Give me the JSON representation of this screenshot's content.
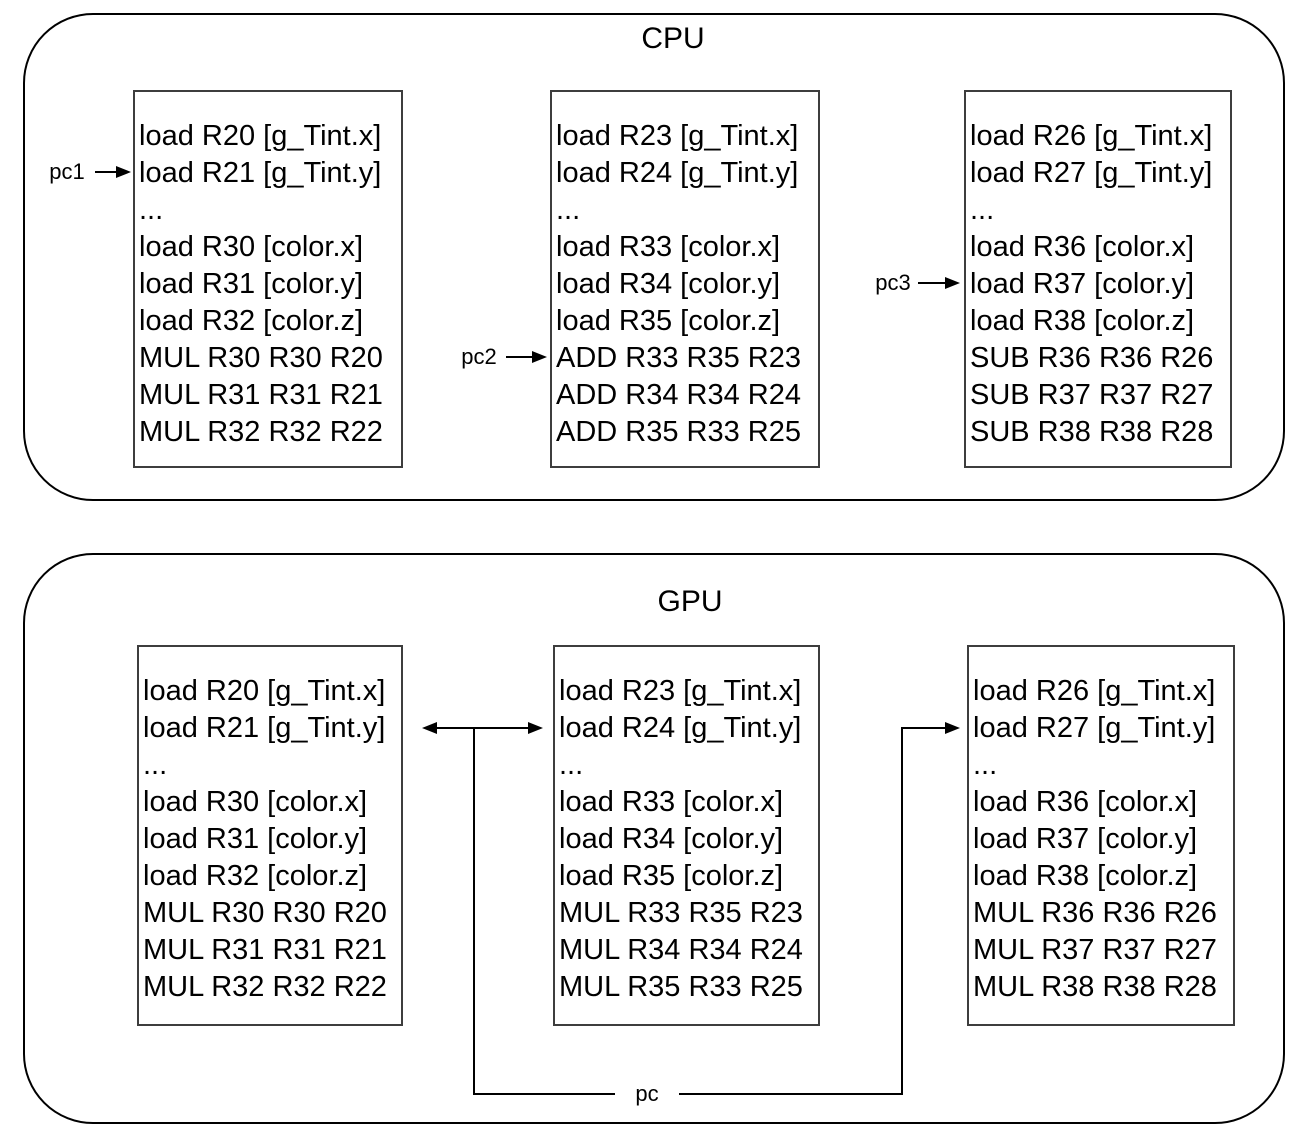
{
  "cpu": {
    "title": "CPU",
    "threads": [
      {
        "pc_label": "pc1",
        "lines": [
          "load R20 [g_Tint.x]",
          "load R21 [g_Tint.y]",
          "...",
          "load R30 [color.x]",
          "load R31 [color.y]",
          "load R32 [color.z]",
          "MUL R30 R30 R20",
          "MUL R31 R31 R21",
          "MUL R32 R32 R22"
        ]
      },
      {
        "pc_label": "pc2",
        "lines": [
          "load R23 [g_Tint.x]",
          "load R24 [g_Tint.y]",
          "...",
          "load R33 [color.x]",
          "load R34 [color.y]",
          "load R35 [color.z]",
          "ADD R33 R35 R23",
          "ADD R34 R34 R24",
          "ADD R35 R33 R25"
        ]
      },
      {
        "pc_label": "pc3",
        "lines": [
          "load R26 [g_Tint.x]",
          "load R27 [g_Tint.y]",
          "...",
          "load R36 [color.x]",
          "load R37 [color.y]",
          "load R38 [color.z]",
          "SUB R36 R36 R26",
          "SUB R37 R37 R27",
          "SUB R38 R38 R28"
        ]
      }
    ]
  },
  "gpu": {
    "title": "GPU",
    "pc_label": "pc",
    "threads": [
      {
        "lines": [
          "load R20 [g_Tint.x]",
          "load R21 [g_Tint.y]",
          "...",
          "load R30 [color.x]",
          "load R31 [color.y]",
          "load R32 [color.z]",
          "MUL R30 R30 R20",
          "MUL R31 R31 R21",
          "MUL R32 R32 R22"
        ]
      },
      {
        "lines": [
          "load R23 [g_Tint.x]",
          "load R24 [g_Tint.y]",
          "...",
          "load R33 [color.x]",
          "load R34 [color.y]",
          "load R35 [color.z]",
          "MUL R33 R35 R23",
          "MUL R34 R34 R24",
          "MUL R35 R33 R25"
        ]
      },
      {
        "lines": [
          "load R26 [g_Tint.x]",
          "load R27 [g_Tint.y]",
          "...",
          "load R36 [color.x]",
          "load R37 [color.y]",
          "load R38 [color.z]",
          "MUL R36 R36 R26",
          "MUL R37 R37 R27",
          "MUL R38 R38 R28"
        ]
      }
    ]
  }
}
